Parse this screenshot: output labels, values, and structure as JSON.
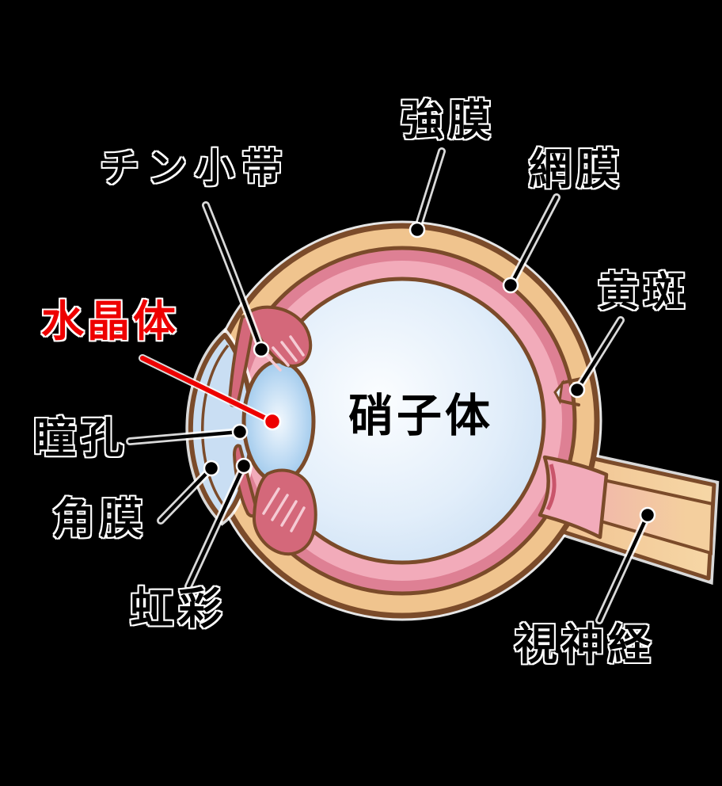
{
  "labels": {
    "zonule": {
      "text": "チン小帯",
      "color": "#000000"
    },
    "sclera": {
      "text": "強膜",
      "color": "#000000"
    },
    "retina": {
      "text": "網膜",
      "color": "#000000"
    },
    "macula": {
      "text": "黄斑",
      "color": "#000000"
    },
    "lens": {
      "text": "水晶体",
      "color": "#EE0000"
    },
    "pupil": {
      "text": "瞳孔",
      "color": "#000000"
    },
    "cornea": {
      "text": "角膜",
      "color": "#000000"
    },
    "iris": {
      "text": "虹彩",
      "color": "#000000"
    },
    "vitreous": {
      "text": "硝子体",
      "color": "#000000"
    },
    "optic_nerve": {
      "text": "視神経",
      "color": "#000000"
    }
  },
  "palette": {
    "background": "#000000",
    "outline_brown": "#7B4B2A",
    "sclera_tan": "#F0C48E",
    "choroid_pink_dark": "#DE8094",
    "retina_pink": "#F2ABBA",
    "vitreous_center": "#FBFDFF",
    "vitreous_edge": "#C3DAF2",
    "lens_center": "#F2F8FD",
    "lens_edge_blue": "#8FC0E8",
    "iris_rose": "#D4687A",
    "zonule_stripe": "#F5CBD4",
    "cornea_blue": "#C9DEF3",
    "nerve_tan": "#F2CB9B",
    "nerve_pink": "#EFA9B2",
    "leader_black": "#000000",
    "leader_red": "#EE0000",
    "label_halo": "#FFFFFF"
  }
}
